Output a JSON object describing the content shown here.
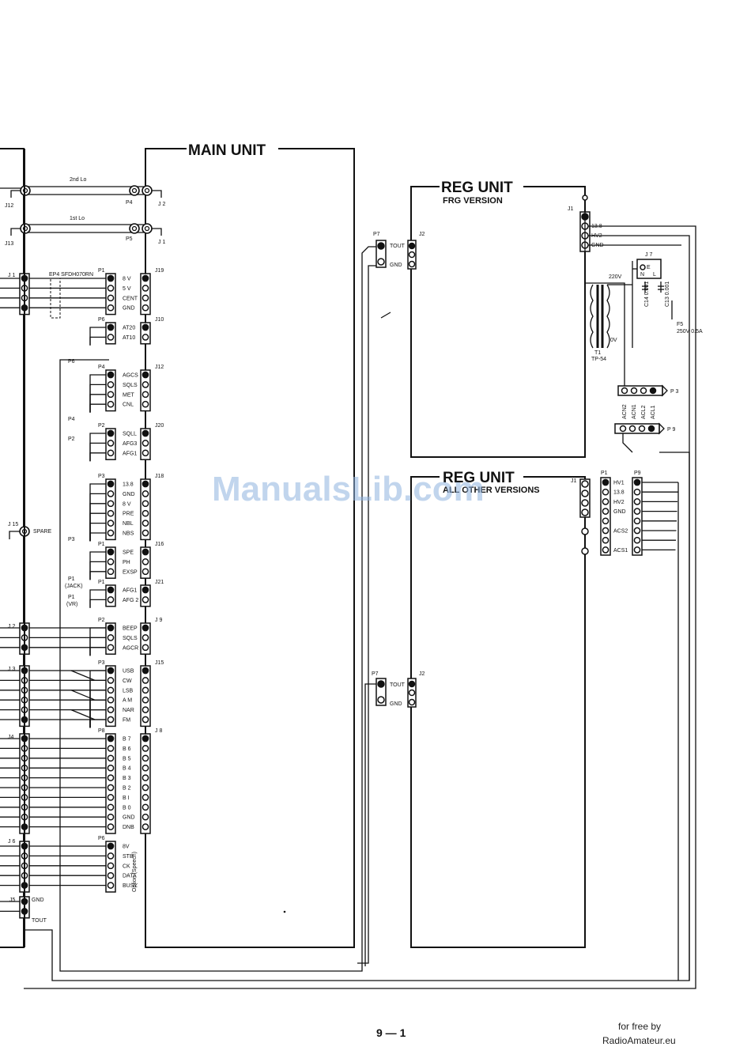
{
  "units": {
    "main": "MAIN UNIT",
    "reg_frg": "REG UNIT",
    "reg_frg_sub": "FRG VERSION",
    "reg_all": "REG UNIT",
    "reg_all_sub": "ALL OTHER VERSIONS"
  },
  "watermark": "ManualsLib.com",
  "page_number": "9 — 1",
  "credit": {
    "line1": "for free by",
    "line2": "RadioAmateur.eu"
  },
  "coax": {
    "lo2": "2nd Lo",
    "lo1": "1st Lo",
    "j12": "J12",
    "j13": "J13",
    "p4": "P4",
    "p5": "P5",
    "j2": "J 2",
    "j1": "J 1"
  },
  "left_labels": {
    "j1": "J 1",
    "j15": "J 15",
    "spare": "SPARE",
    "j2": "J 2",
    "j3": "J 3",
    "j4": "J4",
    "j6": "J 6",
    "j5": "J5",
    "gnd": "GND",
    "tout": "TOUT"
  },
  "ep4": "EP4 SFDH070RN",
  "p_labels": {
    "p6a": "P6",
    "p4a": "P4",
    "p2a": "P2",
    "p3a": "P3",
    "p1a": "P1",
    "p1jack": "(JACK)",
    "p1vr": "(VR)"
  },
  "connectors": [
    {
      "p": "P1",
      "j": "J19",
      "pins": [
        "8 V",
        "5 V",
        "CENT",
        "GND"
      ]
    },
    {
      "p": "P6",
      "j": "J10",
      "pins": [
        "AT20",
        "AT10"
      ]
    },
    {
      "p": "P4",
      "j": "J12",
      "pins": [
        "AGCS",
        "SQLS",
        "MET",
        "CNL"
      ]
    },
    {
      "p": "P2",
      "j": "J20",
      "pins": [
        "SQLL",
        "AFG3",
        "AFG1"
      ]
    },
    {
      "p": "P3",
      "j": "J18",
      "pins": [
        "13.8",
        "GND",
        "8 V",
        "PRE",
        "NBL",
        "NBS"
      ]
    },
    {
      "p": "P1",
      "j": "J16",
      "pins": [
        "SPE",
        "PH",
        "EXSP"
      ]
    },
    {
      "p": "P1",
      "j": "J21",
      "pins": [
        "AFG1",
        "AFG 2"
      ]
    },
    {
      "p": "P2",
      "j": "J 9",
      "pins": [
        "BEEP",
        "SQLS",
        "AGCR"
      ]
    },
    {
      "p": "P3",
      "j": "J15",
      "pins": [
        "USB",
        "CW",
        "LSB",
        "A M",
        "NAR",
        "FM"
      ]
    },
    {
      "p": "P8",
      "j": "J 8",
      "pins": [
        "B 7",
        "B 6",
        "B 5",
        "B 4",
        "B 3",
        "B 2",
        "B I",
        "B 0",
        "GND",
        "DNB"
      ]
    },
    {
      "p": "P6",
      "j": "",
      "pins": [
        "8V",
        "STB",
        "CK",
        "DATA",
        "BUSY"
      ]
    }
  ],
  "option_text": "Option (Speech)",
  "reg_frg": {
    "p7": "P7",
    "j2": "J2",
    "j1": "J1",
    "pins": [
      "TOUT",
      "GND"
    ],
    "j1_pins": [
      "13.8",
      "HV2",
      "GND"
    ],
    "j7": "J 7",
    "c14": "C14 0.001",
    "c13": "C13 0.001",
    "fuse": "F5",
    "fuse_val": "250V 0.5A",
    "t1": "T1",
    "t1_type": "TP-54",
    "v220": "220V",
    "v0": "0V",
    "p3": "P 3",
    "p9": "P 9",
    "ac_pins": [
      "ACN2",
      "ACN1",
      "ACL2",
      "ACL1"
    ],
    "e": "E",
    "n": "N",
    "l": "L"
  },
  "reg_all": {
    "p7": "P7",
    "j2": "J2",
    "j1": "J1",
    "p1": "P1",
    "p9": "P9",
    "pins": [
      "TOUT",
      "GND"
    ],
    "p1_pins": [
      "HV1",
      "13.8",
      "HV2",
      "GND",
      "",
      "ACS2",
      "",
      "ACS1"
    ]
  }
}
